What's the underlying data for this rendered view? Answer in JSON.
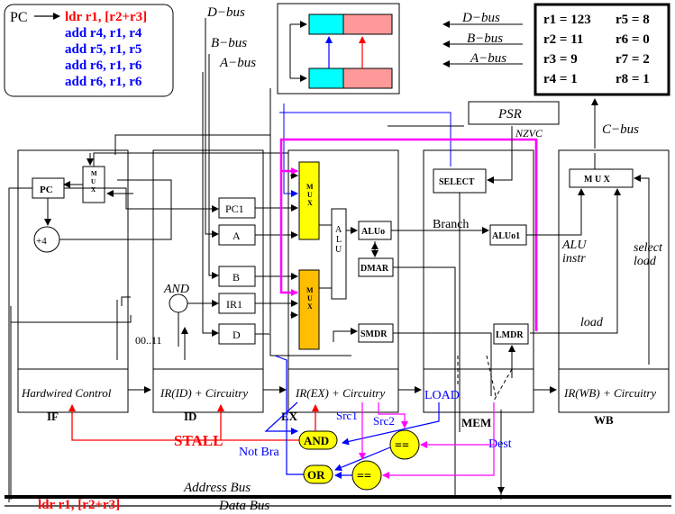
{
  "program": {
    "pc_label": "PC",
    "instructions": [
      {
        "text": "ldr r1, [r2+r3]",
        "color": "#ff0000"
      },
      {
        "text": "add r4, r1, r4",
        "color": "#0000ff"
      },
      {
        "text": "add r5, r1, r5",
        "color": "#0000ff"
      },
      {
        "text": "add r6, r1, r6",
        "color": "#0000ff"
      },
      {
        "text": "add r6, r1, r6",
        "color": "#0000ff"
      }
    ]
  },
  "registers": [
    "r1 = 123",
    "r5 = 8",
    "r2 = 11",
    "r6 = 0",
    "r3 = 9",
    "r7 = 2",
    "r4 = 1",
    "r8 = 1"
  ],
  "buses": {
    "d_bus": "D−bus",
    "b_bus": "B−bus",
    "a_bus": "A−bus",
    "c_bus": "C−bus",
    "address_bus": "Address Bus",
    "data_bus": "Data Bus"
  },
  "blocks": {
    "pc": "PC",
    "plus4": "+4",
    "pc1": "PC1",
    "a": "A",
    "b": "B",
    "ir1": "IR1",
    "d": "D",
    "psr": "PSR",
    "nzvc": "NZVC",
    "select": "SELECT",
    "aluo": "ALUo",
    "aluo1": "ALUo1",
    "dmar": "DMAR",
    "smdr": "SMDR",
    "lmdr": "LMDR",
    "alu": "ALU",
    "mux": "MUX",
    "mux_wb": "M U X"
  },
  "stage_boxes": {
    "if": "Hardwired Control",
    "id": "IR(ID) + Circuitry",
    "ex": "IR(EX) + Circuitry",
    "wb": "IR(WB) + Circuitry"
  },
  "stages": [
    "IF",
    "ID",
    "EX",
    "MEM",
    "WB"
  ],
  "labels": {
    "and_gate_label": "AND",
    "range": "00..11",
    "branch": "Branch",
    "alu_instr": "ALU\ninstr",
    "select_load": "select\nload",
    "load": "load",
    "stall": "STALL",
    "not_bra": "Not Bra",
    "src1": "Src1",
    "src2": "Src2",
    "load_signal": "LOAD",
    "dest": "Dest",
    "and": "AND",
    "or": "OR",
    "eq": "==",
    "current_instr": "ldr r1, [r2+r3]"
  },
  "colors": {
    "stall_red": "#ff0000",
    "hazard_blue": "#0000ff",
    "forward_magenta": "#ff00ff",
    "mux_yellow": "#ffff00",
    "mux_orange": "#ffbf00",
    "gate_yellow": "#ffff00",
    "reg_cyan": "#00ffff",
    "reg_pink": "#ff9999"
  }
}
